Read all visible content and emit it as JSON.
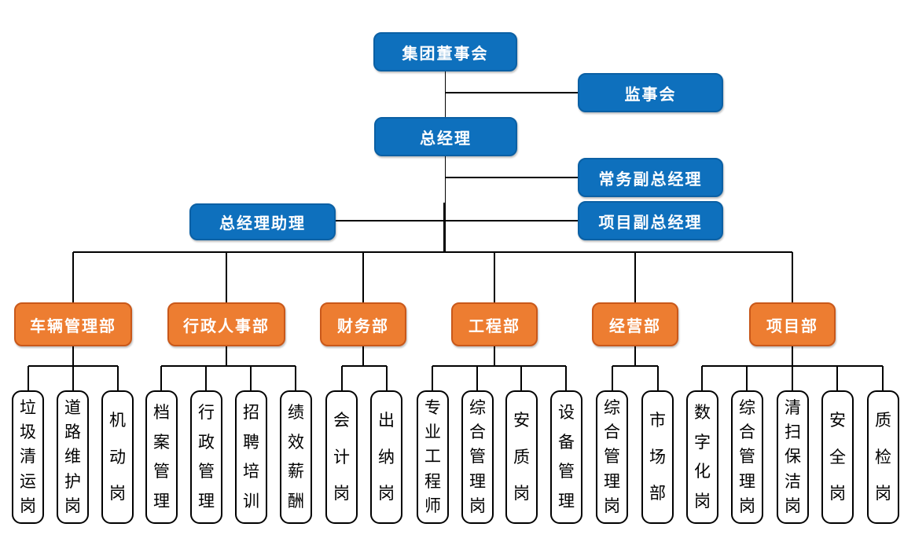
{
  "colors": {
    "node_blue_fill": "#0e70bd",
    "node_blue_border": "#0b60a4",
    "dept_orange_fill": "#ed7d31",
    "dept_orange_border": "#c9581a",
    "leaf_fill": "#ffffff",
    "leaf_border": "#000000",
    "connector": "#000000",
    "node_text": "#ffffff",
    "leaf_text": "#000000"
  },
  "nodes": {
    "board": "集团董事会",
    "supervisory": "监事会",
    "gm": "总经理",
    "exec_deputy": "常务副总经理",
    "assistant": "总经理助理",
    "project_deputy": "项目副总经理"
  },
  "departments": [
    {
      "label": "车辆管理部",
      "leaves": [
        "垃圾清运岗",
        "道路维护岗",
        "机动岗"
      ]
    },
    {
      "label": "行政人事部",
      "leaves": [
        "档案管理",
        "行政管理",
        "招聘培训",
        "绩效薪酬"
      ]
    },
    {
      "label": "财务部",
      "leaves": [
        "会计岗",
        "出纳岗"
      ]
    },
    {
      "label": "工程部",
      "leaves": [
        "专业工程师",
        "综合管理岗",
        "安质岗",
        "设备管理"
      ]
    },
    {
      "label": "经营部",
      "leaves": [
        "综合管理岗",
        "市场部"
      ]
    },
    {
      "label": "项目部",
      "leaves": [
        "数字化岗",
        "综合管理岗",
        "清扫保洁岗",
        "安全岗",
        "质检岗"
      ]
    }
  ]
}
